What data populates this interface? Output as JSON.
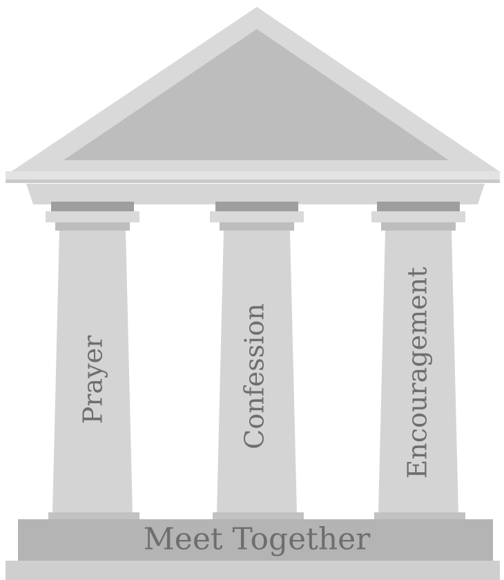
{
  "pillars": [
    {
      "label": "Prayer"
    },
    {
      "label": "Confession"
    },
    {
      "label": "Encouragement"
    }
  ],
  "base": {
    "label": "Meet Together"
  },
  "colors": {
    "roof_outer": "#d9d9d9",
    "roof_inner": "#bdbdbd",
    "column": "#d4d4d4",
    "column_shadow": "#c2c2c2",
    "capital_dark": "#9e9e9e",
    "base_step": "#b4b4b4",
    "base_floor": "#cfcfcf",
    "text": "#6e6e6e"
  }
}
